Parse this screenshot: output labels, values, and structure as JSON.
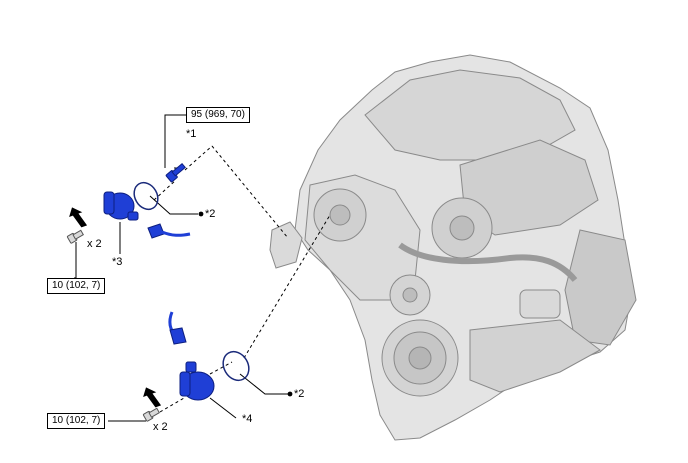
{
  "callouts": {
    "torque_top": "95 (969, 70)",
    "torque_left_upper": "10 (102, 7)",
    "torque_left_lower": "10 (102, 7)"
  },
  "labels": {
    "ref1": "*1",
    "ref2_upper": "*2",
    "ref2_lower": "*2",
    "ref3": "*3",
    "ref4": "*4",
    "qty_upper": "x 2",
    "qty_lower": "x 2"
  },
  "colors": {
    "part_blue": "#1f3fd6",
    "engine_gray": "#d7d7d7",
    "line": "#000000"
  }
}
